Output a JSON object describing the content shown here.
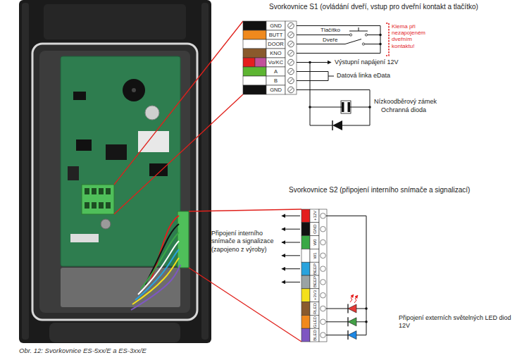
{
  "diagram": {
    "caption": "Obr. 12: Svorkovnice ES-5xx/E a ES-3xx/E",
    "labels": [
      "Svorkovnice S1 (ovládání dveří, vstup pro dveřní kontakt a tlačítko)",
      "GND",
      "BUTT",
      "DOOR",
      "KNO",
      "Vo/KC",
      "A",
      "B",
      "GND",
      "Tlačítko",
      "Dveře",
      "Klema při nezapojeném dveřním kontaktu!",
      "Výstupní napájení 12V",
      "Datová linka eData",
      "Nízkoodběrový zámek",
      "Ochranná dioda",
      "Svorkovnice S2 (připojení interního snímače a signalizací)",
      "+12V",
      "GND",
      "W0",
      "W1",
      "BEEP",
      "BEEP",
      "+3V3",
      "RLED",
      "GLED",
      "BLED",
      "Připojení interního snímače a signalizace (zapojeno z výroby)",
      "Připojení externích světelných LED diod 12V"
    ]
  }
}
